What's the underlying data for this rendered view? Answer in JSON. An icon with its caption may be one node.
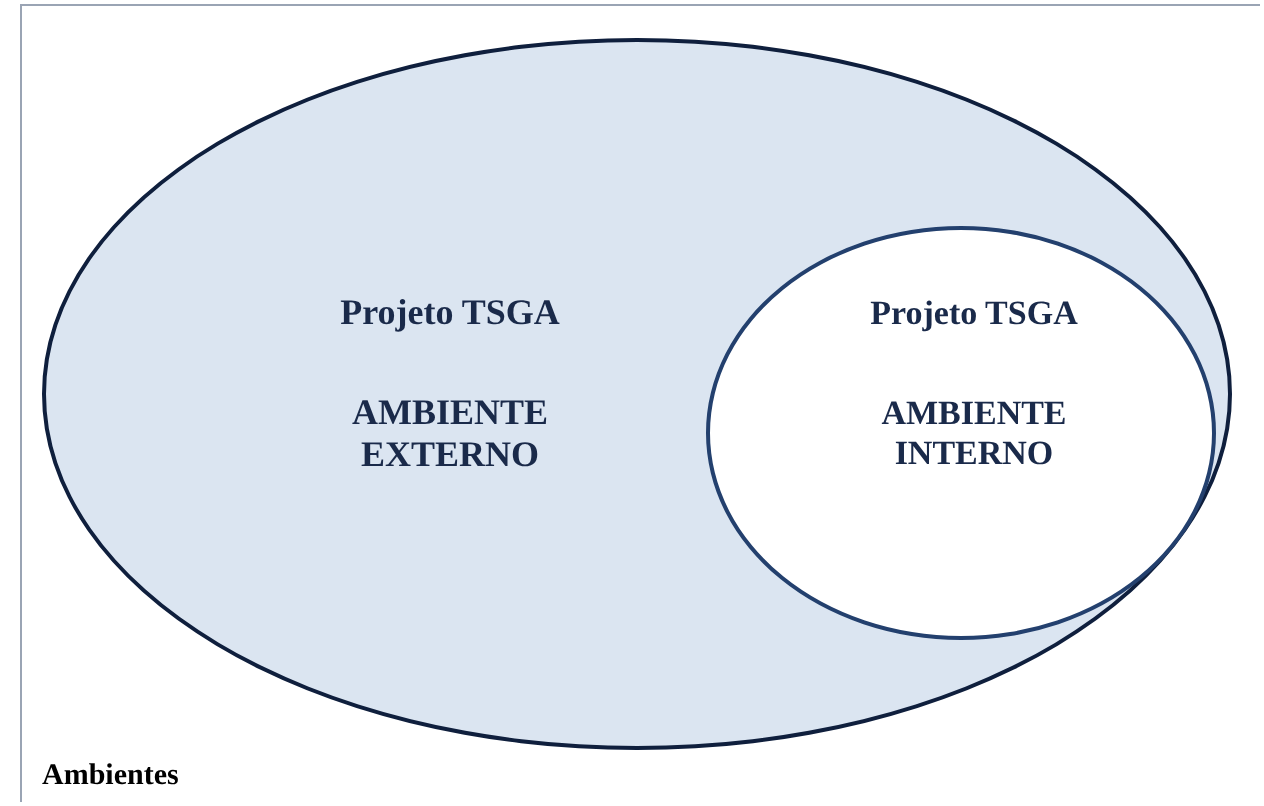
{
  "diagram": {
    "nodes": [
      {
        "text": [
          "Ambientes"
        ]
      },
      {
        "text": [
          "Projeto TSGA",
          "AMBIENTE EXTERNO"
        ],
        "in": 0
      },
      {
        "text": [
          "Projeto TSGA",
          "AMBIENTE INTERNO"
        ],
        "in": 1
      }
    ]
  }
}
